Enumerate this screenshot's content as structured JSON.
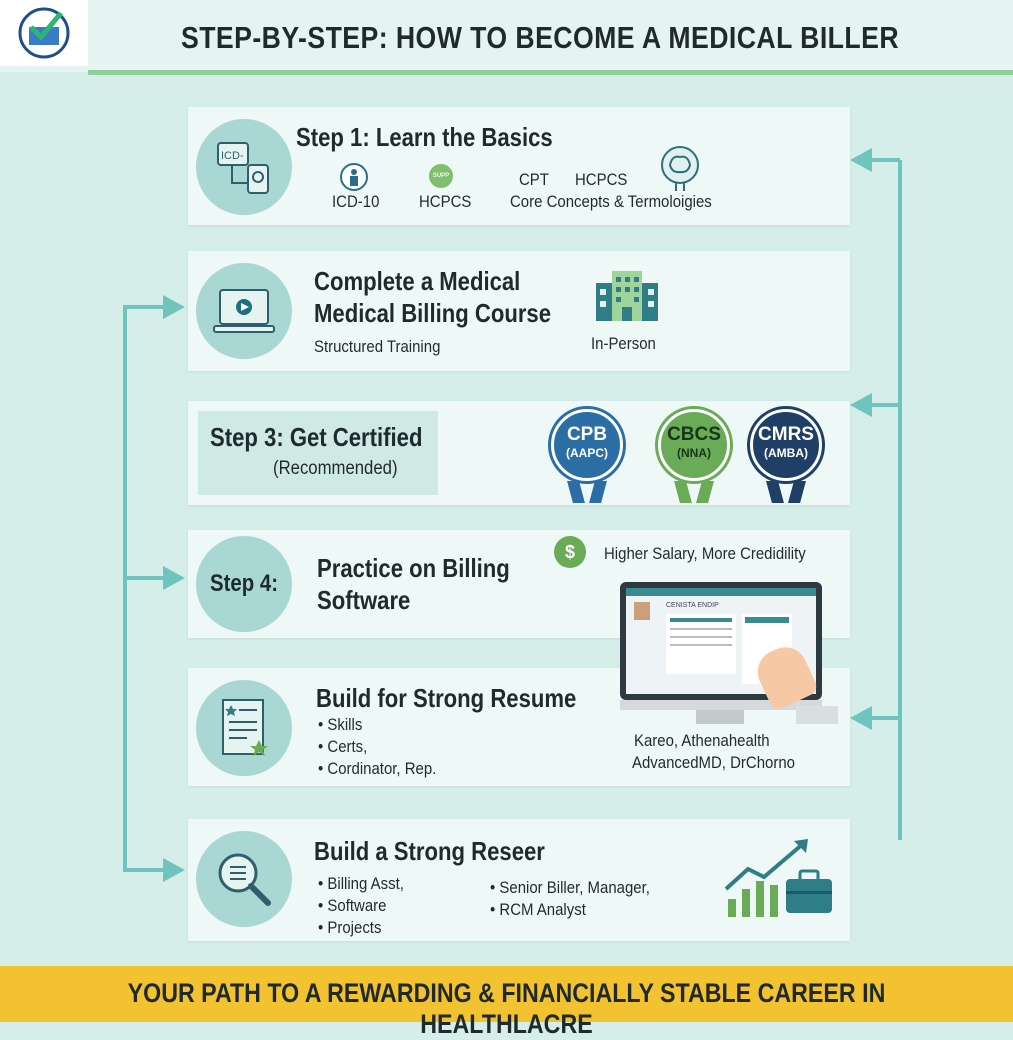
{
  "header": {
    "title": "STEP-BY-STEP: HOW TO BECOME A MEDICAL BILLER",
    "logo": "medical-billing-logo"
  },
  "steps": [
    {
      "title": "Step 1: Learn the Basics",
      "icon_text": "ICD-",
      "items": [
        "ICD-10",
        "HCPCS"
      ],
      "extra_top": [
        "CPT",
        "HCPCS"
      ],
      "extra": "Core Concepts & Termoloigies",
      "badge_text": "SUPP"
    },
    {
      "title_line1": "Complete a Medical",
      "title_line2": "Medical Billing Course",
      "subtitle": "Structured Training",
      "side_label": "In-Person"
    },
    {
      "title": "Step 3: Get Certified",
      "subtitle": "(Recommended)",
      "certs": [
        {
          "name": "CPB",
          "org": "(AAPC)",
          "color": "#2b6ea6"
        },
        {
          "name": "CBCS",
          "org": "(NNA)",
          "color": "#6aab58"
        },
        {
          "name": "CMRS",
          "org": "(AMBA)",
          "color": "#1f3f66"
        }
      ]
    },
    {
      "label": "Step 4:",
      "title_line1": "Practice on Billing",
      "title_line2": "Software",
      "benefit": "Higher Salary, More Credidility",
      "screen_title": "CENISTA ENDIP"
    },
    {
      "title": "Build for Strong Resume",
      "bullets": [
        "Skills",
        "Certs,",
        "Cordinator, Rep."
      ],
      "software_line1": "Kareo, Athenahealth",
      "software_line2": "AdvancedMD, DrChorno"
    },
    {
      "title": "Build a Strong Reseer",
      "bullets_left": [
        "Billing Asst,",
        "Software",
        "Projects"
      ],
      "bullets_right": [
        "Senior Biller, Manager,",
        "RCM Analyst"
      ]
    }
  ],
  "footer": {
    "text": "YOUR PATH TO A REWARDING & FINANCIALLY STABLE CAREER IN HEALTHLACRE"
  },
  "colors": {
    "background": "#d6eeea",
    "accent": "#6fc4bd",
    "footer": "#f2c230",
    "header_line": "#8fcf9c"
  }
}
